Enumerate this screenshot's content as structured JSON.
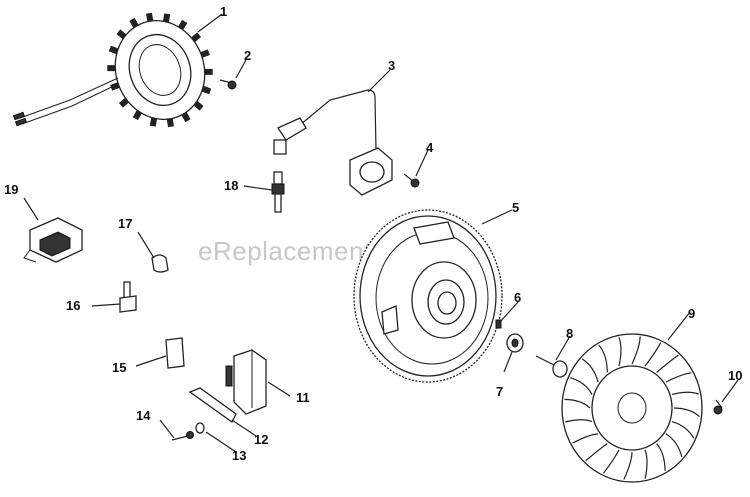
{
  "watermark": "eReplacementParts.com",
  "callouts": [
    "1",
    "2",
    "3",
    "4",
    "5",
    "6",
    "7",
    "8",
    "9",
    "10",
    "11",
    "12",
    "13",
    "14",
    "15",
    "16",
    "17",
    "18",
    "19"
  ]
}
